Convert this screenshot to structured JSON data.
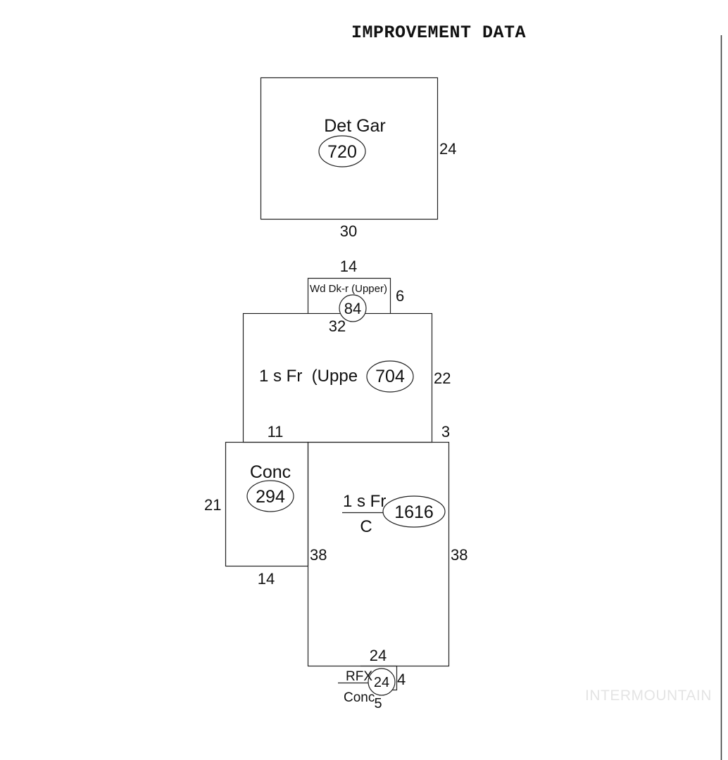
{
  "title": "IMPROVEMENT DATA",
  "watermark": "INTERMOUNTAIN",
  "areas": {
    "garage": {
      "label": "Det Gar",
      "area": "720",
      "width": "30",
      "depth": "24"
    },
    "deck": {
      "label": "Wd Dk-r (Upper)",
      "area": "84",
      "width": "14",
      "depth": "6"
    },
    "upper": {
      "label": "1 s Fr  (Uppe",
      "area": "704",
      "top": "32",
      "side": "22",
      "left_seg": "11",
      "right_seg": "3"
    },
    "conc": {
      "label": "Conc",
      "area": "294",
      "side": "21",
      "bottom": "14"
    },
    "main": {
      "label_top": "1 s Fr",
      "label_bottom": "C",
      "area": "1616",
      "left": "38",
      "right": "38",
      "bottom": "24"
    },
    "rfx": {
      "label_top": "RFX",
      "label_bottom": "Conc",
      "area": "24",
      "side": "4",
      "bottom": "5"
    }
  }
}
